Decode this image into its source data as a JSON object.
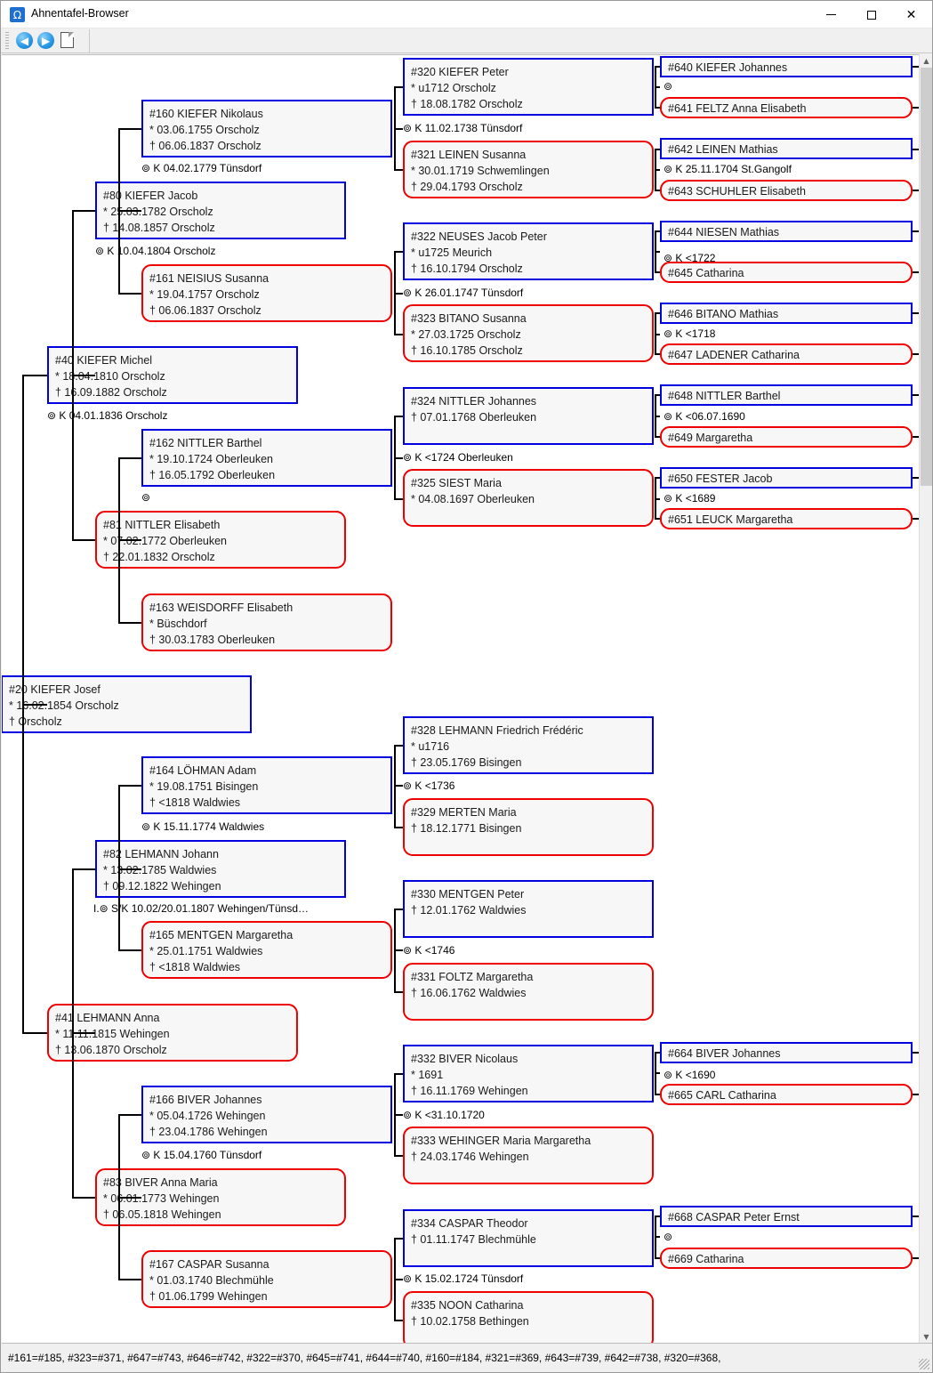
{
  "window": {
    "title": "Ahnentafel-Browser",
    "icon": "app-icon",
    "minimize": "─",
    "maximize": "□",
    "close": "✕"
  },
  "toolbar": {
    "back": "◀",
    "forward": "▶",
    "new": "new-document"
  },
  "statusbar": {
    "text": "#161=#185, #323=#371, #647=#743, #646=#742, #322=#370, #645=#741, #644=#740, #160=#184, #321=#369, #643=#739, #642=#738, #320=#368,"
  },
  "colors": {
    "male_border": "#0000e0",
    "female_border": "#ee0000",
    "node_fill": "#f7f7f7",
    "connector": "#000000"
  },
  "nodes": {
    "n20": {
      "l1": "#20 KIEFER Josef",
      "l2": "* 16.02.1854 Orscholz",
      "l3": "† Orscholz"
    },
    "n40": {
      "l1": "#40 KIEFER Michel",
      "l2": "* 18.04.1810 Orscholz",
      "l3": "† 16.09.1882 Orscholz"
    },
    "n41": {
      "l1": "#41 LEHMANN Anna",
      "l2": "* 11.11.1815 Wehingen",
      "l3": "† 13.06.1870 Orscholz"
    },
    "n80": {
      "l1": "#80 KIEFER Jacob",
      "l2": "* 25.03.1782 Orscholz",
      "l3": "† 14.08.1857 Orscholz"
    },
    "n81": {
      "l1": "#81 NITTLER Elisabeth",
      "l2": "* 07.02.1772 Oberleuken",
      "l3": "† 22.01.1832 Orscholz"
    },
    "n82": {
      "l1": "#82 LEHMANN Johann",
      "l2": "* 13.02.1785 Waldwies",
      "l3": "† 09.12.1822 Wehingen"
    },
    "n83": {
      "l1": "#83 BIVER Anna Maria",
      "l2": "* 06.01.1773 Wehingen",
      "l3": "† 06.05.1818 Wehingen"
    },
    "n160": {
      "l1": "#160 KIEFER Nikolaus",
      "l2": "* 03.06.1755 Orscholz",
      "l3": "† 06.06.1837 Orscholz"
    },
    "n161": {
      "l1": "#161 NEISIUS Susanna",
      "l2": "* 19.04.1757 Orscholz",
      "l3": "† 06.06.1837 Orscholz"
    },
    "n162": {
      "l1": "#162 NITTLER Barthel",
      "l2": "* 19.10.1724 Oberleuken",
      "l3": "† 16.05.1792 Oberleuken"
    },
    "n163": {
      "l1": "#163 WEISDORFF Elisabeth",
      "l2": "* Büschdorf",
      "l3": "† 30.03.1783 Oberleuken"
    },
    "n164": {
      "l1": "#164 LÖHMAN Adam",
      "l2": "* 19.08.1751 Bisingen",
      "l3": "† <1818 Waldwies"
    },
    "n165": {
      "l1": "#165 MENTGEN Margaretha",
      "l2": "* 25.01.1751 Waldwies",
      "l3": "† <1818 Waldwies"
    },
    "n166": {
      "l1": "#166 BIVER Johannes",
      "l2": "* 05.04.1726 Wehingen",
      "l3": "† 23.04.1786 Wehingen"
    },
    "n167": {
      "l1": "#167 CASPAR Susanna",
      "l2": "* 01.03.1740 Blechmühle",
      "l3": "† 01.06.1799 Wehingen"
    },
    "n320": {
      "l1": "#320 KIEFER Peter",
      "l2": "* u1712 Orscholz",
      "l3": "† 18.08.1782 Orscholz"
    },
    "n321": {
      "l1": "#321 LEINEN Susanna",
      "l2": "* 30.01.1719 Schwemlingen",
      "l3": "† 29.04.1793 Orscholz"
    },
    "n322": {
      "l1": "#322 NEUSES Jacob Peter",
      "l2": "* u1725 Meurich",
      "l3": "† 16.10.1794 Orscholz"
    },
    "n323": {
      "l1": "#323 BITANO Susanna",
      "l2": "* 27.03.1725 Orscholz",
      "l3": "† 16.10.1785 Orscholz"
    },
    "n324": {
      "l1": "#324 NITTLER Johannes",
      "l2": "† 07.01.1768 Oberleuken",
      "l3": ""
    },
    "n325": {
      "l1": "#325 SIEST Maria",
      "l2": "* 04.08.1697 Oberleuken",
      "l3": ""
    },
    "n328": {
      "l1": "#328 LEHMANN Friedrich Frédéric",
      "l2": "* u1716",
      "l3": "† 23.05.1769 Bisingen"
    },
    "n329": {
      "l1": "#329 MERTEN Maria",
      "l2": "† 18.12.1771 Bisingen",
      "l3": ""
    },
    "n330": {
      "l1": "#330 MENTGEN Peter",
      "l2": "† 12.01.1762 Waldwies",
      "l3": ""
    },
    "n331": {
      "l1": "#331 FOLTZ Margaretha",
      "l2": "† 16.06.1762 Waldwies",
      "l3": ""
    },
    "n332": {
      "l1": "#332 BIVER Nicolaus",
      "l2": "* 1691",
      "l3": "† 16.11.1769 Wehingen"
    },
    "n333": {
      "l1": "#333 WEHINGER Maria Margaretha",
      "l2": "† 24.03.1746 Wehingen",
      "l3": ""
    },
    "n334": {
      "l1": "#334 CASPAR Theodor",
      "l2": "† 01.11.1747 Blechmühle",
      "l3": ""
    },
    "n335": {
      "l1": "#335 NOON Catharina",
      "l2": "† 10.02.1758 Bethingen",
      "l3": ""
    },
    "n640": {
      "l1": "#640 KIEFER Johannes"
    },
    "n641": {
      "l1": "#641 FELTZ Anna Elisabeth"
    },
    "n642": {
      "l1": "#642 LEINEN Mathias"
    },
    "n643": {
      "l1": "#643 SCHUHLER Elisabeth"
    },
    "n644": {
      "l1": "#644 NIESEN Mathias"
    },
    "n645": {
      "l1": "#645 Catharina"
    },
    "n646": {
      "l1": "#646 BITANO Mathias"
    },
    "n647": {
      "l1": "#647 LADENER Catharina"
    },
    "n648": {
      "l1": "#648 NITTLER Barthel"
    },
    "n649": {
      "l1": "#649 Margaretha"
    },
    "n650": {
      "l1": "#650 FESTER Jacob"
    },
    "n651": {
      "l1": "#651 LEUCK Margaretha"
    },
    "n664": {
      "l1": "#664 BIVER Johannes"
    },
    "n665": {
      "l1": "#665 CARL Catharina"
    },
    "n668": {
      "l1": "#668 CASPAR Peter Ernst"
    },
    "n669": {
      "l1": "#669 Catharina"
    }
  },
  "marriages": {
    "m20": "⊚ K 04.01.1836 Orscholz",
    "m40": "⊚ K 10.04.1804 Orscholz",
    "m41": "I.⊚ S/K 10.02/20.01.1807 Wehingen/Tünsd…",
    "m80": "⊚ K 04.02.1779 Tünsdorf",
    "m81": "⊚",
    "m82": "⊚ K 15.11.1774 Waldwies",
    "m83": "⊚ K 15.04.1760 Tünsdorf",
    "m160": "⊚ K 11.02.1738 Tünsdorf",
    "m161": "⊚ K 26.01.1747 Tünsdorf",
    "m162": "⊚ K <1724 Oberleuken",
    "m164": "⊚ K <1736",
    "m165": "⊚ K <1746",
    "m166": "⊚ K <31.10.1720",
    "m167": "⊚ K 15.02.1724 Tünsdorf",
    "m320": "⊚",
    "m321": "⊚ K 25.11.1704 St.Gangolf",
    "m322": "⊚ K <1722",
    "m323": "⊚ K <1718",
    "m324": "⊚ K <06.07.1690",
    "m325": "⊚ K <1689",
    "m332": "⊚ K <1690",
    "m334": "⊚"
  }
}
